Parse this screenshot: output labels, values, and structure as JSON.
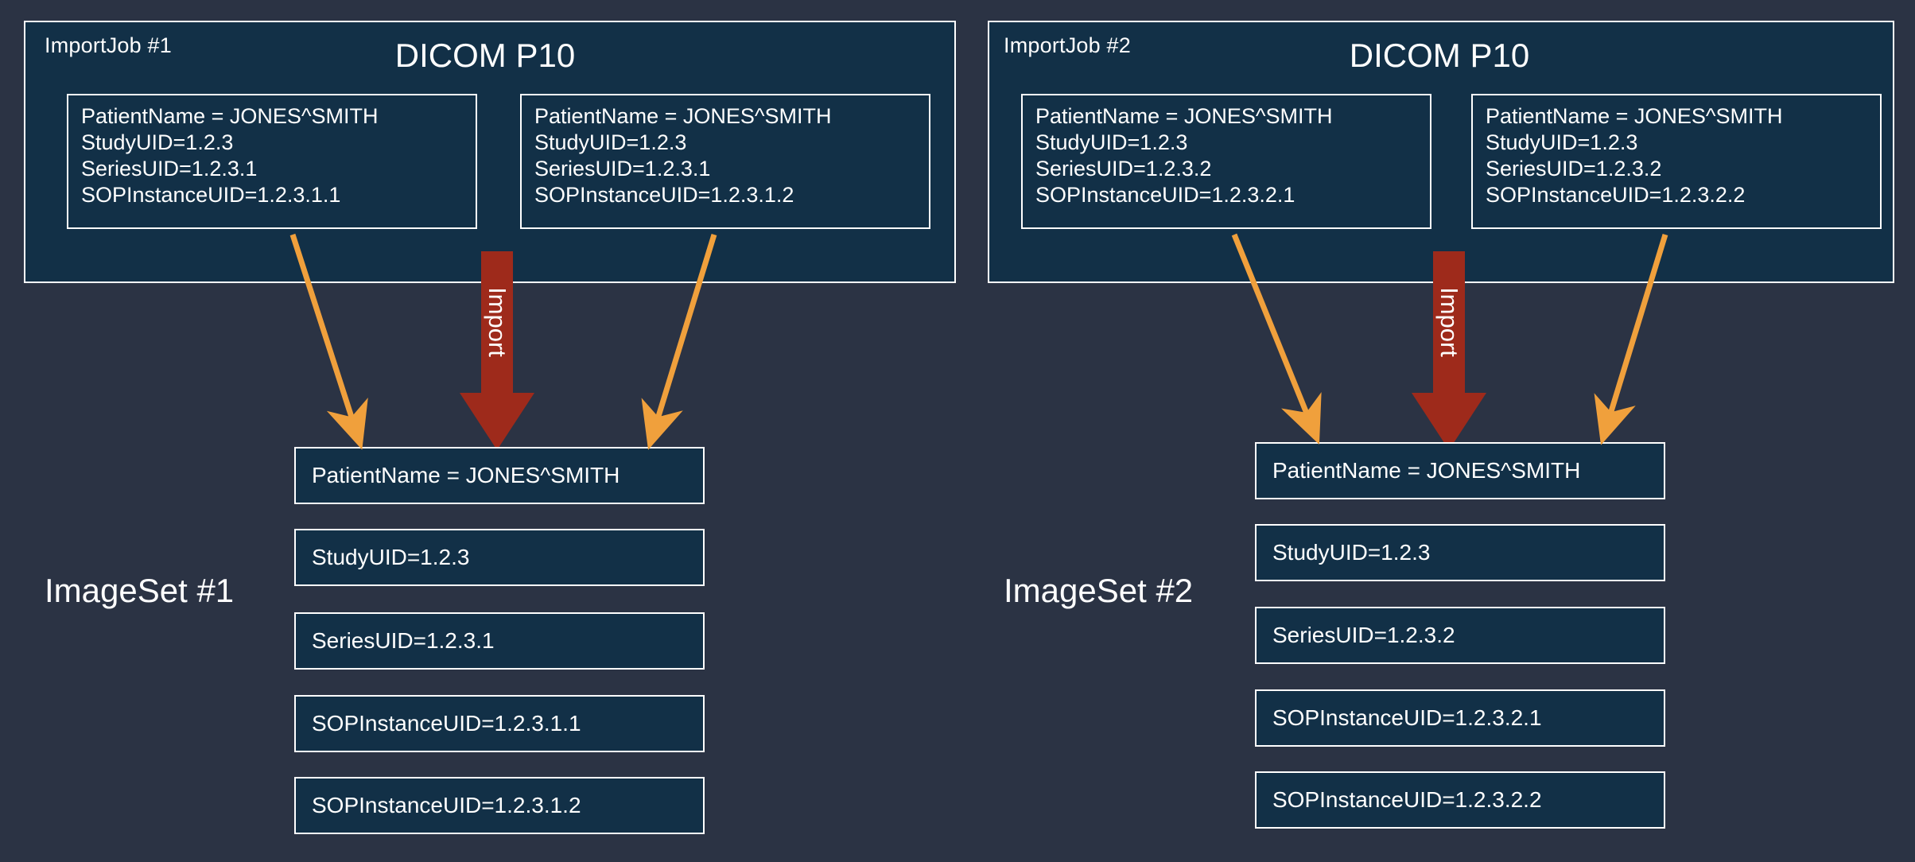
{
  "diagram": {
    "background_color": "#2b3344",
    "panel_color": "#123047",
    "border_color": "#ffffff",
    "arrow_color": "#F0A03C",
    "import_arrow_color": "#9e2a1b"
  },
  "jobs": [
    {
      "label": "ImportJob #1",
      "title": "DICOM P10",
      "instances": [
        {
          "lines": [
            "PatientName = JONES^SMITH",
            "StudyUID=1.2.3",
            "SeriesUID=1.2.3.1",
            "SOPInstanceUID=1.2.3.1.1"
          ]
        },
        {
          "lines": [
            "PatientName = JONES^SMITH",
            "StudyUID=1.2.3",
            "SeriesUID=1.2.3.1",
            "SOPInstanceUID=1.2.3.1.2"
          ]
        }
      ],
      "import_label": "Import",
      "set_label": "ImageSet #1",
      "attributes": [
        "PatientName = JONES^SMITH",
        "StudyUID=1.2.3",
        "SeriesUID=1.2.3.1",
        "SOPInstanceUID=1.2.3.1.1",
        "SOPInstanceUID=1.2.3.1.2"
      ]
    },
    {
      "label": "ImportJob #2",
      "title": "DICOM P10",
      "instances": [
        {
          "lines": [
            "PatientName = JONES^SMITH",
            "StudyUID=1.2.3",
            "SeriesUID=1.2.3.2",
            "SOPInstanceUID=1.2.3.2.1"
          ]
        },
        {
          "lines": [
            "PatientName = JONES^SMITH",
            "StudyUID=1.2.3",
            "SeriesUID=1.2.3.2",
            "SOPInstanceUID=1.2.3.2.2"
          ]
        }
      ],
      "import_label": "Import",
      "set_label": "ImageSet #2",
      "attributes": [
        "PatientName = JONES^SMITH",
        "StudyUID=1.2.3",
        "SeriesUID=1.2.3.2",
        "SOPInstanceUID=1.2.3.2.1",
        "SOPInstanceUID=1.2.3.2.2"
      ]
    }
  ]
}
